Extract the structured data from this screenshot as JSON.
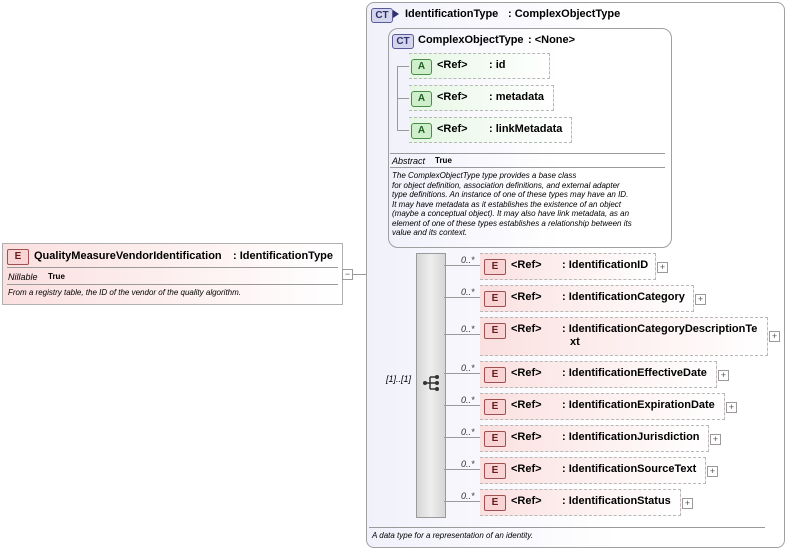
{
  "root_element": {
    "badge": "E",
    "name": "QualityMeasureVendorIdentification",
    "type": ": IdentificationType",
    "prop_name": "Nillable",
    "prop_value": "True",
    "doc": "From a registry table, the ID of the vendor of the quality algorithm."
  },
  "identification_type": {
    "badge": "CT",
    "name": "IdentificationType",
    "base": ": ComplexObjectType",
    "doc": "A data type for a representation of an identity."
  },
  "complex_object_type": {
    "badge": "CT",
    "name": "ComplexObjectType",
    "base": ": <None>",
    "attributes": [
      {
        "badge": "A",
        "ref": "<Ref>",
        "name": ": id"
      },
      {
        "badge": "A",
        "ref": "<Ref>",
        "name": ": metadata"
      },
      {
        "badge": "A",
        "ref": "<Ref>",
        "name": ": linkMetadata"
      }
    ],
    "prop_name": "Abstract",
    "prop_value": "True",
    "doc_lines": [
      "The ComplexObjectType type provides a base class",
      "for object definition, association definitions, and external adapter",
      "type definitions. An instance of one of these types may have an ID.",
      "It may have metadata as it establishes the existence of an object",
      "(maybe a conceptual object). It may also have link metadata, as an",
      "element of one of these types establishes a relationship between its",
      "value and its context."
    ]
  },
  "sequence": {
    "multiplicity": "[1]..[1]"
  },
  "elements": [
    {
      "badge": "E",
      "ref": "<Ref>",
      "name": ": IdentificationID",
      "mult": "0..*"
    },
    {
      "badge": "E",
      "ref": "<Ref>",
      "name": ": IdentificationCategory",
      "mult": "0..*"
    },
    {
      "badge": "E",
      "ref": "<Ref>",
      "name": ": IdentificationCategoryDescriptionTe",
      "name2": "xt",
      "mult": "0..*"
    },
    {
      "badge": "E",
      "ref": "<Ref>",
      "name": ": IdentificationEffectiveDate",
      "mult": "0..*"
    },
    {
      "badge": "E",
      "ref": "<Ref>",
      "name": ": IdentificationExpirationDate",
      "mult": "0..*"
    },
    {
      "badge": "E",
      "ref": "<Ref>",
      "name": ": IdentificationJurisdiction",
      "mult": "0..*"
    },
    {
      "badge": "E",
      "ref": "<Ref>",
      "name": ": IdentificationSourceText",
      "mult": "0..*"
    },
    {
      "badge": "E",
      "ref": "<Ref>",
      "name": ": IdentificationStatus",
      "mult": "0..*"
    }
  ],
  "colors": {
    "element_fill": "#fbe0e0",
    "attribute_fill": "#e6f7e4",
    "complex_type_fill": "#f1f1fb"
  }
}
